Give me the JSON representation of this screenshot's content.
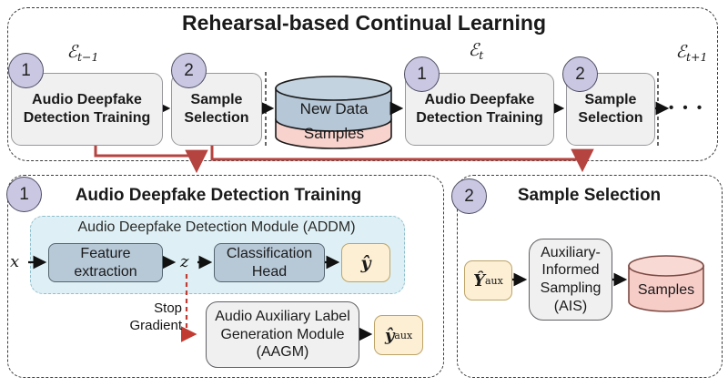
{
  "top": {
    "title": "Rehearsal-based Continual Learning",
    "episodes": {
      "prev": {
        "symbol": "ℰ",
        "sub": "t−1"
      },
      "curr": {
        "symbol": "ℰ",
        "sub": "t"
      },
      "next": {
        "symbol": "ℰ",
        "sub": "t+1"
      }
    },
    "steps": {
      "badge1": "1",
      "badge2": "2",
      "train_label": "Audio Deepfake Detection Training",
      "select_label": "Sample Selection",
      "dots": "• • •"
    },
    "datastore": {
      "new_data": "New Data",
      "samples": "Samples"
    }
  },
  "panel1": {
    "badge": "1",
    "title": "Audio Deepfake Detection Training",
    "addm_label": "Audio Deepfake Detection Module (ADDM)",
    "x_label": "x",
    "z_label": "z",
    "feature_box": "Feature extraction",
    "classification_box": "Classification Head",
    "y_hat": "ŷ",
    "stop_gradient": "Stop Gradient",
    "aagm_box": "Audio Auxiliary Label Generation Module (AAGM)",
    "y_hat_aux": {
      "base": "ŷ",
      "sup": "aux"
    }
  },
  "panel2": {
    "badge": "2",
    "title": "Sample Selection",
    "Y_hat_aux": {
      "base": "Ŷ",
      "sup": "aux"
    },
    "ais_box": "Auxiliary-Informed Sampling (AIS)",
    "samples_label": "Samples"
  },
  "colors": {
    "red_connector": "#b5433f",
    "red_dashed": "#c23b32",
    "cylinder_blue": "#b6c7d7",
    "cylinder_pink": "#f8d3cd",
    "badge_fill": "#c9c7e2",
    "addm_bg": "#def0f5",
    "yellow_box": "#fcefd4"
  }
}
